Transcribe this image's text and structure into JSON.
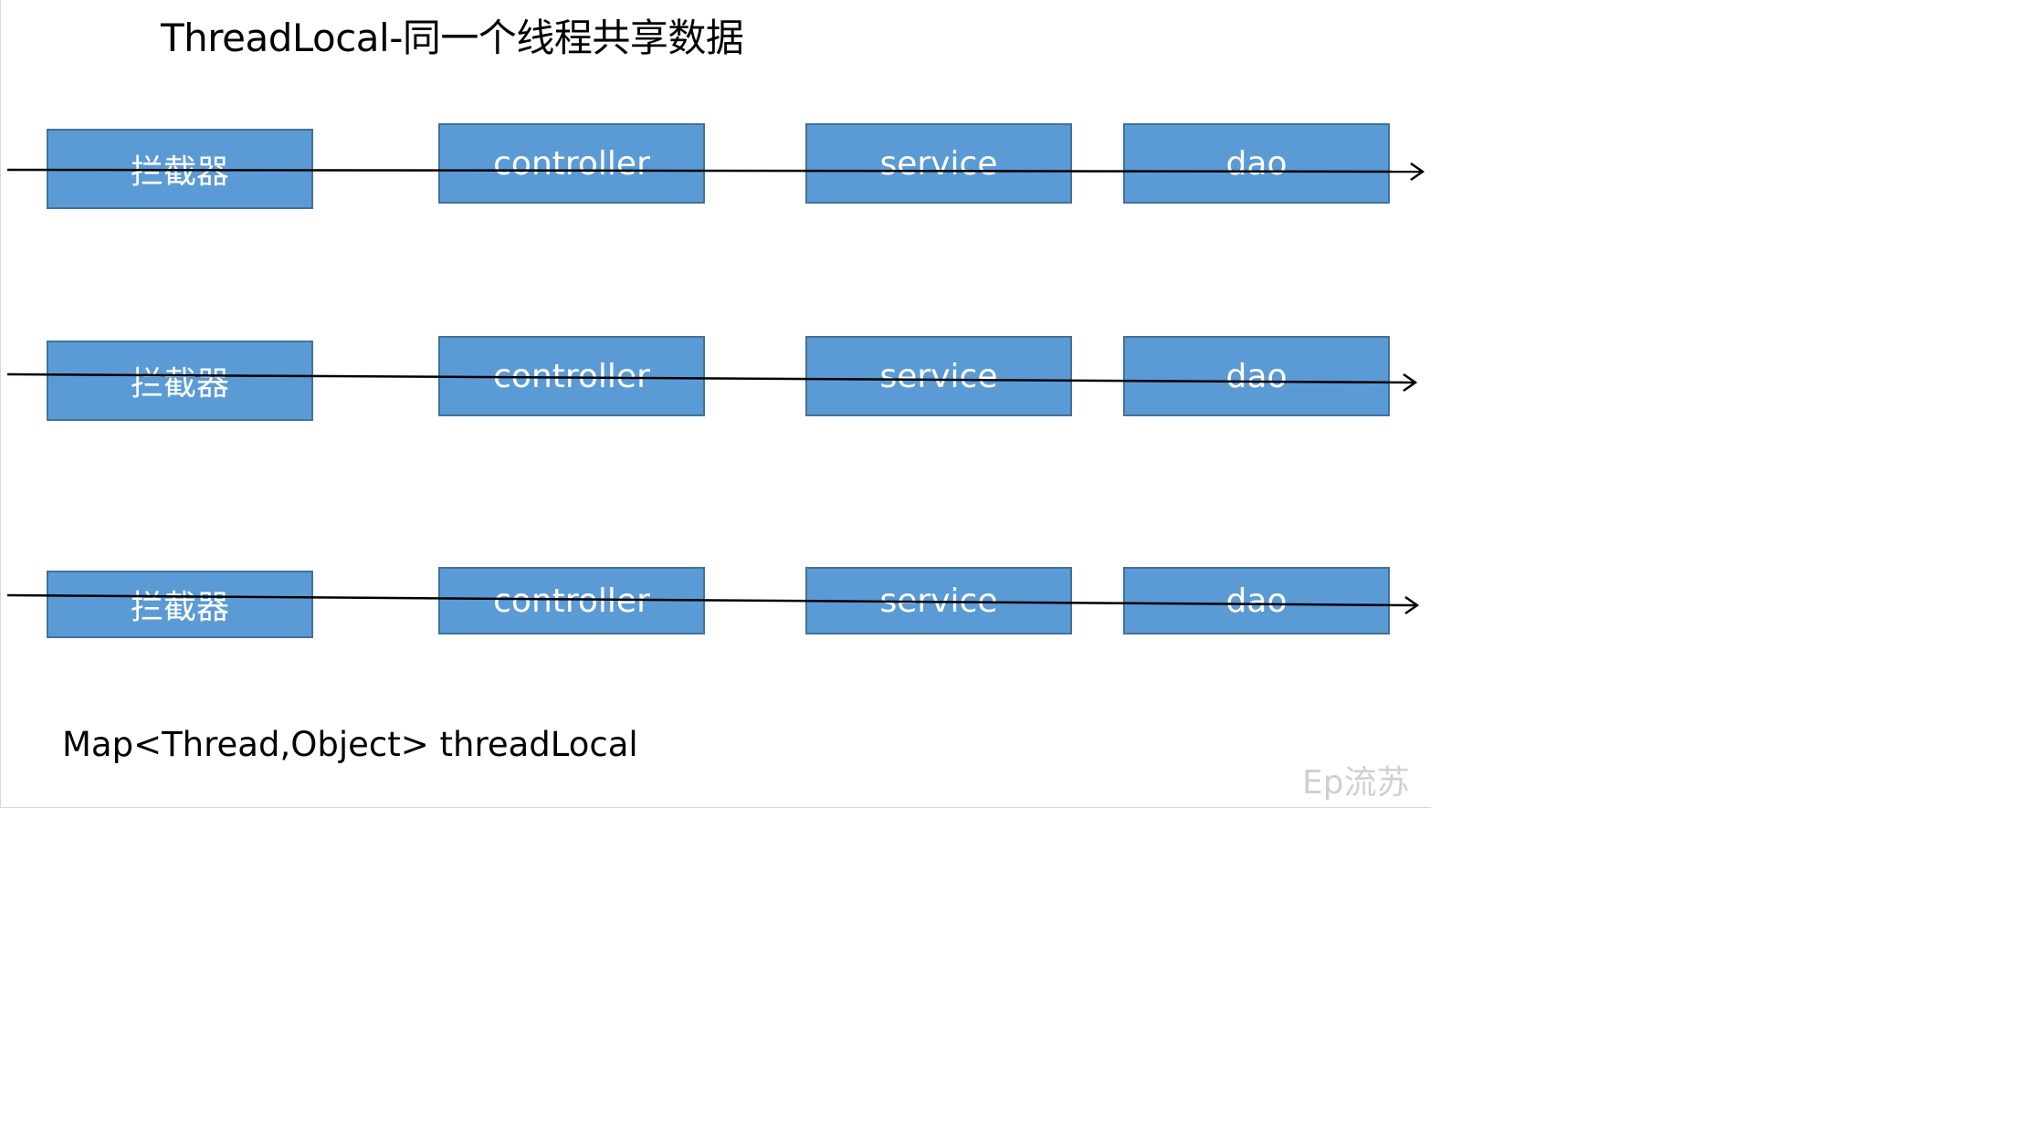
{
  "title": "ThreadLocal-同一个线程共享数据",
  "rows": [
    {
      "stages": [
        "拦截器",
        "controller",
        "service",
        "dao"
      ]
    },
    {
      "stages": [
        "拦截器",
        "controller",
        "service",
        "dao"
      ]
    },
    {
      "stages": [
        "拦截器",
        "controller",
        "service",
        "dao"
      ]
    }
  ],
  "footer": "Map<Thread,Object> threadLocal",
  "watermark": "Ep流苏",
  "colors": {
    "box_fill": "#5b9bd5",
    "box_border": "#41719c",
    "box_text": "#ffffff",
    "arrow": "#000000"
  }
}
